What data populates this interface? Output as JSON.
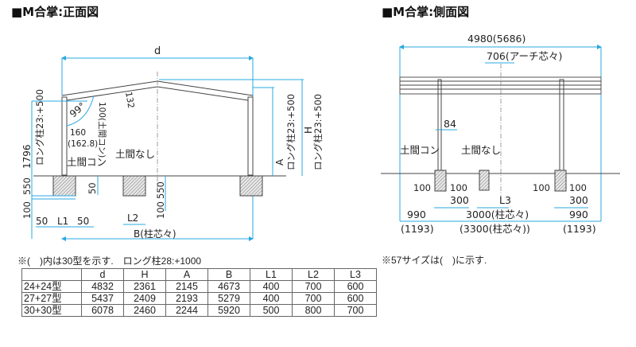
{
  "front": {
    "title": "■M合掌:正面図",
    "d": "d",
    "angle": "99°",
    "rafter": "132",
    "h1796": "1796",
    "long_left": "ロング柱23:+500",
    "w160": "160",
    "w1628": "(162.8)",
    "doma_con_dim": "100(土間コン)",
    "doma_con": "土間コン",
    "doma_nashi": "土間なし",
    "A": "A",
    "long_A": "ロング柱23:+500",
    "H": "H",
    "long_H": "ロング柱23:+500",
    "d550": "550",
    "d100": "100",
    "d50": "50",
    "d550b": "550",
    "d100b": "100",
    "w50a": "50",
    "L1": "L1",
    "w50b": "50",
    "L2": "L2",
    "B": "B(柱芯々)"
  },
  "side": {
    "title": "■M合掌:側面図",
    "total": "4980(5686)",
    "arch": "706(アーチ芯々)",
    "post": "84",
    "doma_con": "土間コン",
    "doma_nashi": "土間なし",
    "a100_1": "100",
    "a100_2": "100",
    "a100_3": "100",
    "a100_4": "100",
    "w300a": "300",
    "w300b": "300",
    "L3": "L3",
    "w990a": "990",
    "center": "3000(柱芯々)",
    "w990b": "990",
    "w1193a": "(1193)",
    "center57": "(3300(柱芯々))",
    "w1193b": "(1193)",
    "note": "※57サイズは(　)に示す."
  },
  "table": {
    "note": "※(　)内は30型を示す.　ロング柱28:+1000",
    "headers": [
      "",
      "d",
      "H",
      "A",
      "B",
      "L1",
      "L2",
      "L3"
    ],
    "rows": [
      [
        "24+24型",
        "4832",
        "2361",
        "2145",
        "4673",
        "400",
        "700",
        "600"
      ],
      [
        "27+27型",
        "5437",
        "2409",
        "2193",
        "5279",
        "400",
        "700",
        "600"
      ],
      [
        "30+30型",
        "6078",
        "2460",
        "2244",
        "5920",
        "500",
        "800",
        "700"
      ]
    ]
  }
}
